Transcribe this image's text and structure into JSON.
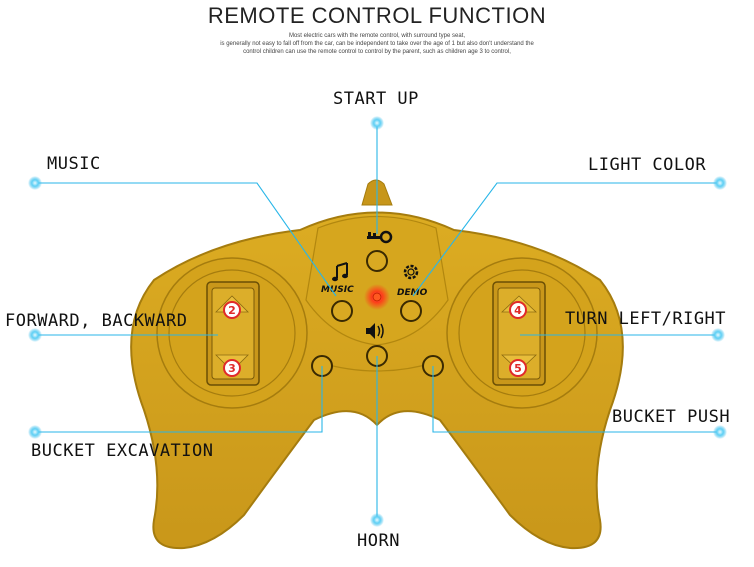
{
  "title": "REMOTE CONTROL FUNCTION",
  "subtitle_lines": [
    "Most electric cars with the remote control, with surround type seat,",
    "is generally not easy to fall off from the car, can be independent to take over the age of 1 but also don't understand the",
    "control children can use the remote control to control by the parent, such as children age 3 to control,"
  ],
  "labels": {
    "start_up": "START UP",
    "music": "MUSIC",
    "light_color": "LIGHT COLOR",
    "forward_backward": "FORWARD, BACKWARD",
    "turn_left_right": "TURN LEFT/RIGHT",
    "bucket_push": "BUCKET PUSH",
    "bucket_excavation": "BUCKET EXCAVATION",
    "horn": "HORN"
  },
  "controller": {
    "music_label": "MUSIC",
    "demo_label": "DEMO",
    "button_numbers": [
      "2",
      "3",
      "4",
      "5"
    ]
  },
  "colors": {
    "body": "#d3a21c",
    "body_dark": "#a57c0e",
    "pointer": "#29b6e8",
    "led": "#ff3a1a"
  }
}
